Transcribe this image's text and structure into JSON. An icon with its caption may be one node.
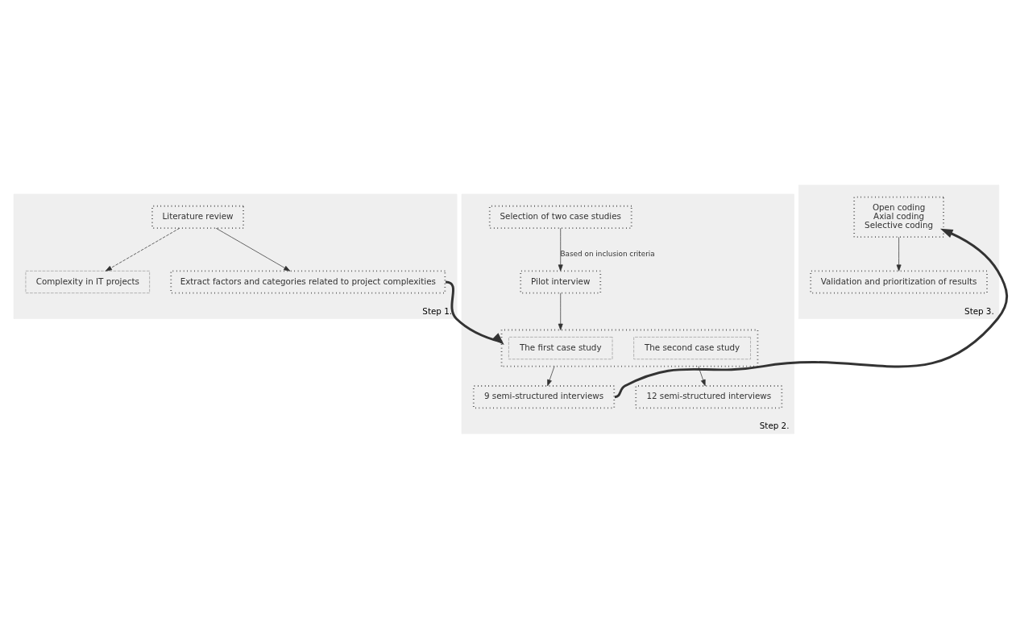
{
  "diagram": {
    "nodes": [
      {
        "text": [
          "Step 1."
        ]
      },
      {
        "text": [
          "Literature review"
        ],
        "in": 0
      },
      {
        "text": [
          "Complexity in IT projects"
        ],
        "in": 0
      },
      {
        "text": [
          "Extract factors and categories related to project complexities"
        ],
        "in": 0
      },
      {
        "text": [
          "Step 2."
        ]
      },
      {
        "text": [
          "Selection of two case studies"
        ],
        "in": 4
      },
      {
        "text": [
          "Pilot interview"
        ],
        "in": 4
      },
      {
        "text": [],
        "shape": "box",
        "in": 4
      },
      {
        "text": [
          "The first case study"
        ],
        "in": 7
      },
      {
        "text": [
          "The second case study"
        ],
        "in": 7
      },
      {
        "text": [
          "9 semi-structured interviews"
        ],
        "in": 4
      },
      {
        "text": [
          "12 semi-structured interviews"
        ],
        "in": 4
      },
      {
        "text": [
          "Step 3."
        ]
      },
      {
        "text": [
          "Open coding",
          "Axial coding",
          "Selective coding"
        ],
        "in": 12
      },
      {
        "text": [
          "Validation and prioritization of results"
        ],
        "in": 12
      }
    ],
    "edges": [
      {
        "from": 1,
        "to": 2,
        "arrow": "to",
        "style": "dashed"
      },
      {
        "from": 1,
        "to": 3,
        "arrow": "to"
      },
      {
        "from": 5,
        "to": 6,
        "arrow": "to",
        "label": "Based on inclusion criteria"
      },
      {
        "from": 6,
        "to": 7,
        "arrow": "to"
      },
      {
        "from": 7,
        "to": 10,
        "arrow": "to"
      },
      {
        "from": 7,
        "to": 11,
        "arrow": "to"
      },
      {
        "from": 13,
        "to": 14,
        "arrow": "to"
      },
      {
        "from": 3,
        "to": 7,
        "arrow": "to",
        "style": "thick"
      },
      {
        "from": 10,
        "to": 13,
        "arrow": "to",
        "style": "thick"
      }
    ]
  }
}
